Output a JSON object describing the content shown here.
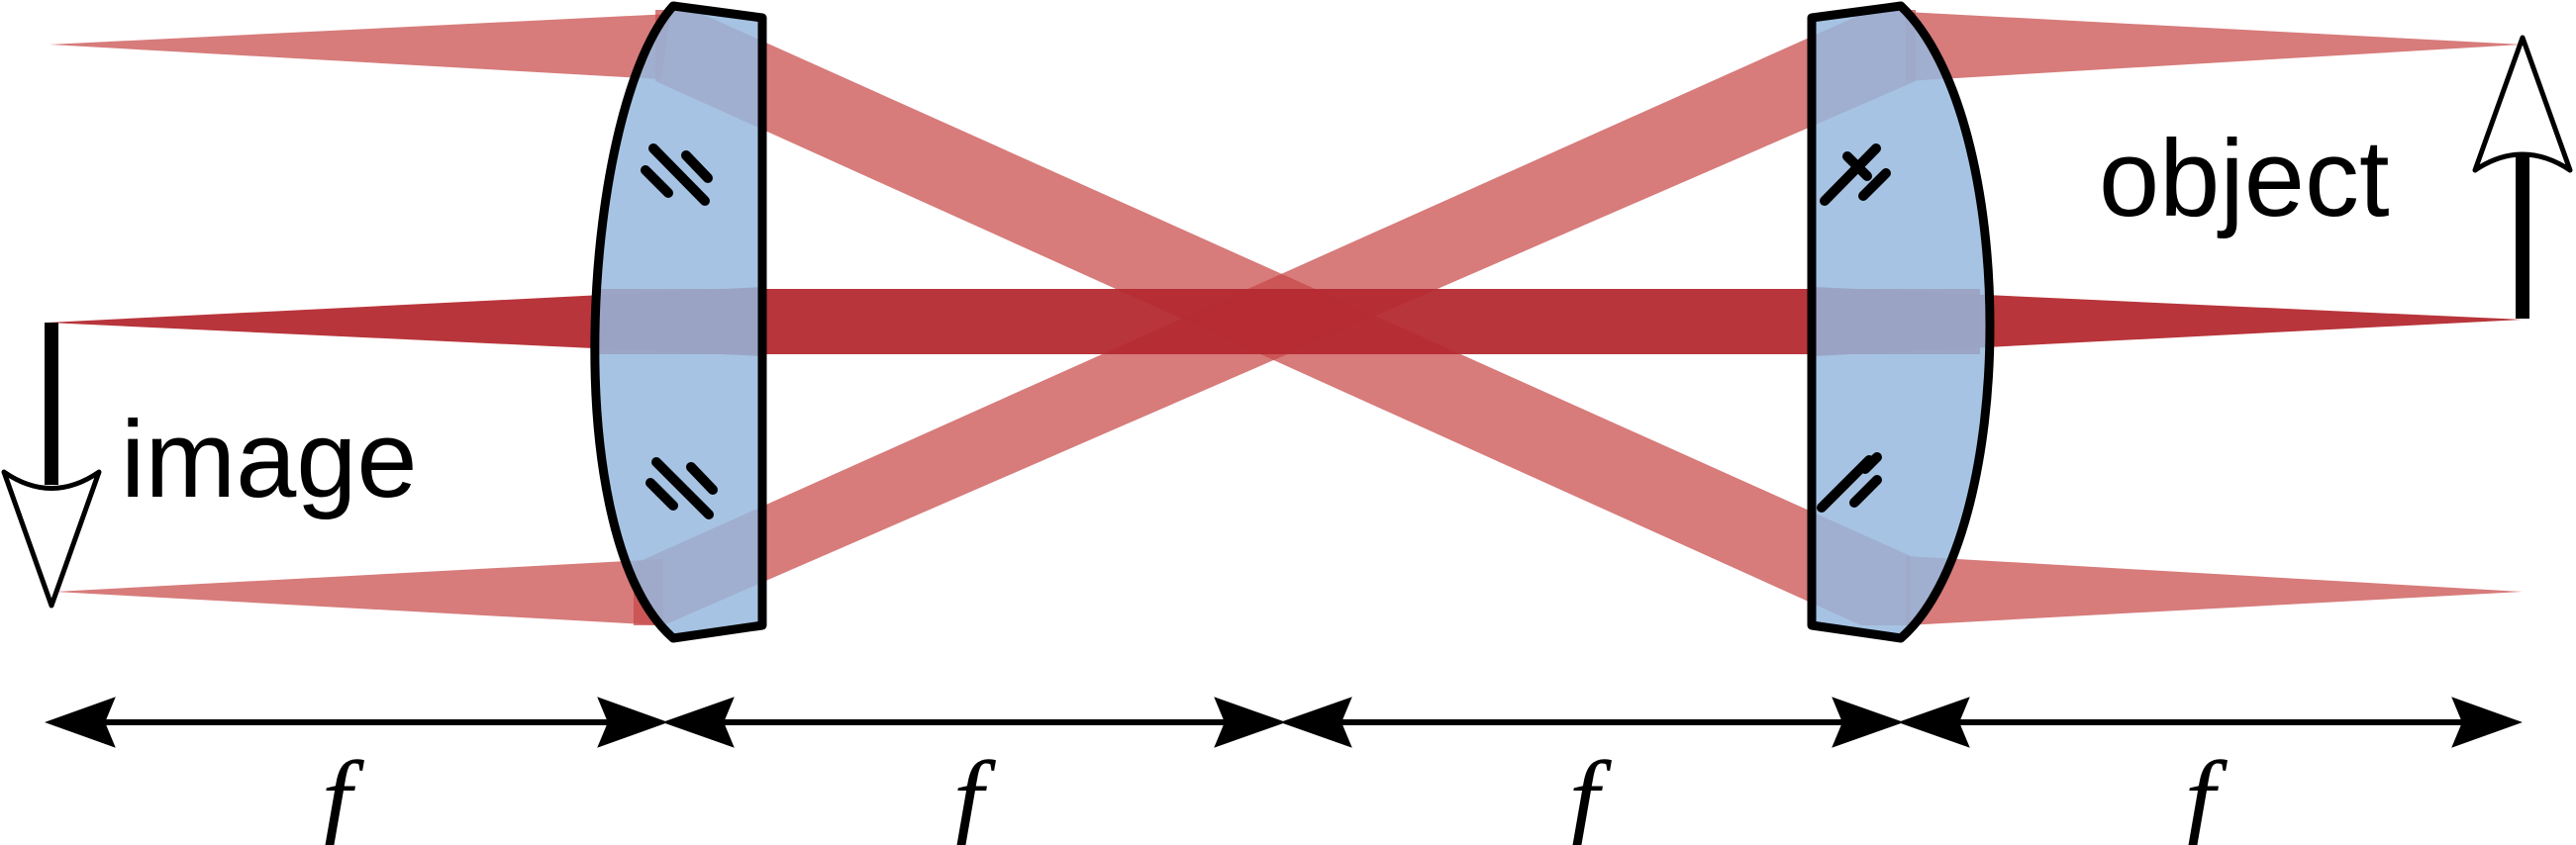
{
  "labels": {
    "image": "image",
    "object": "object"
  },
  "distance_labels": [
    "f",
    "f",
    "f",
    "f"
  ],
  "colors": {
    "ray_light": "#c84848",
    "ray_dark": "#b42a30",
    "lens_fill": "#96b9de",
    "lens_stroke": "#000000",
    "background": "#ffffff"
  },
  "icons": {
    "lens_marks": "parallel-slash-marks",
    "object_arrow": "upward-arrow",
    "image_arrow": "downward-arrow",
    "distance_arrows": "double-headed-arrow"
  }
}
